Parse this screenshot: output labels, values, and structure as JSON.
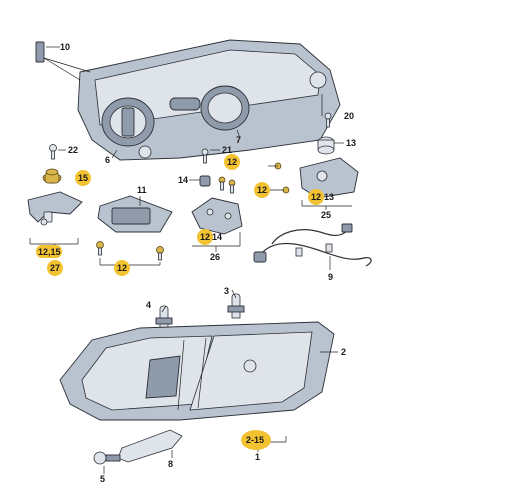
{
  "labels": {
    "l10": "10",
    "l22": "22",
    "l15a": "15",
    "l6": "6",
    "l11": "11",
    "l14a": "14",
    "l21": "21",
    "l12a": "12",
    "l7": "7",
    "l20": "20",
    "l13": "13",
    "l12b": "12",
    "l12c": "12",
    "l13b": "13",
    "l25": "25",
    "l12d": "12",
    "l14b": "14",
    "l26": "26",
    "l1215": "12,15",
    "l27": "27",
    "l12e": "12",
    "l9": "9",
    "l4": "4",
    "l3": "3",
    "l2": "2",
    "l215": "2-15",
    "l1": "1",
    "l8": "8",
    "l5": "5"
  },
  "colors": {
    "badge": "#f2c230",
    "part": "#b9c3cf",
    "outline": "#2b2f36"
  }
}
